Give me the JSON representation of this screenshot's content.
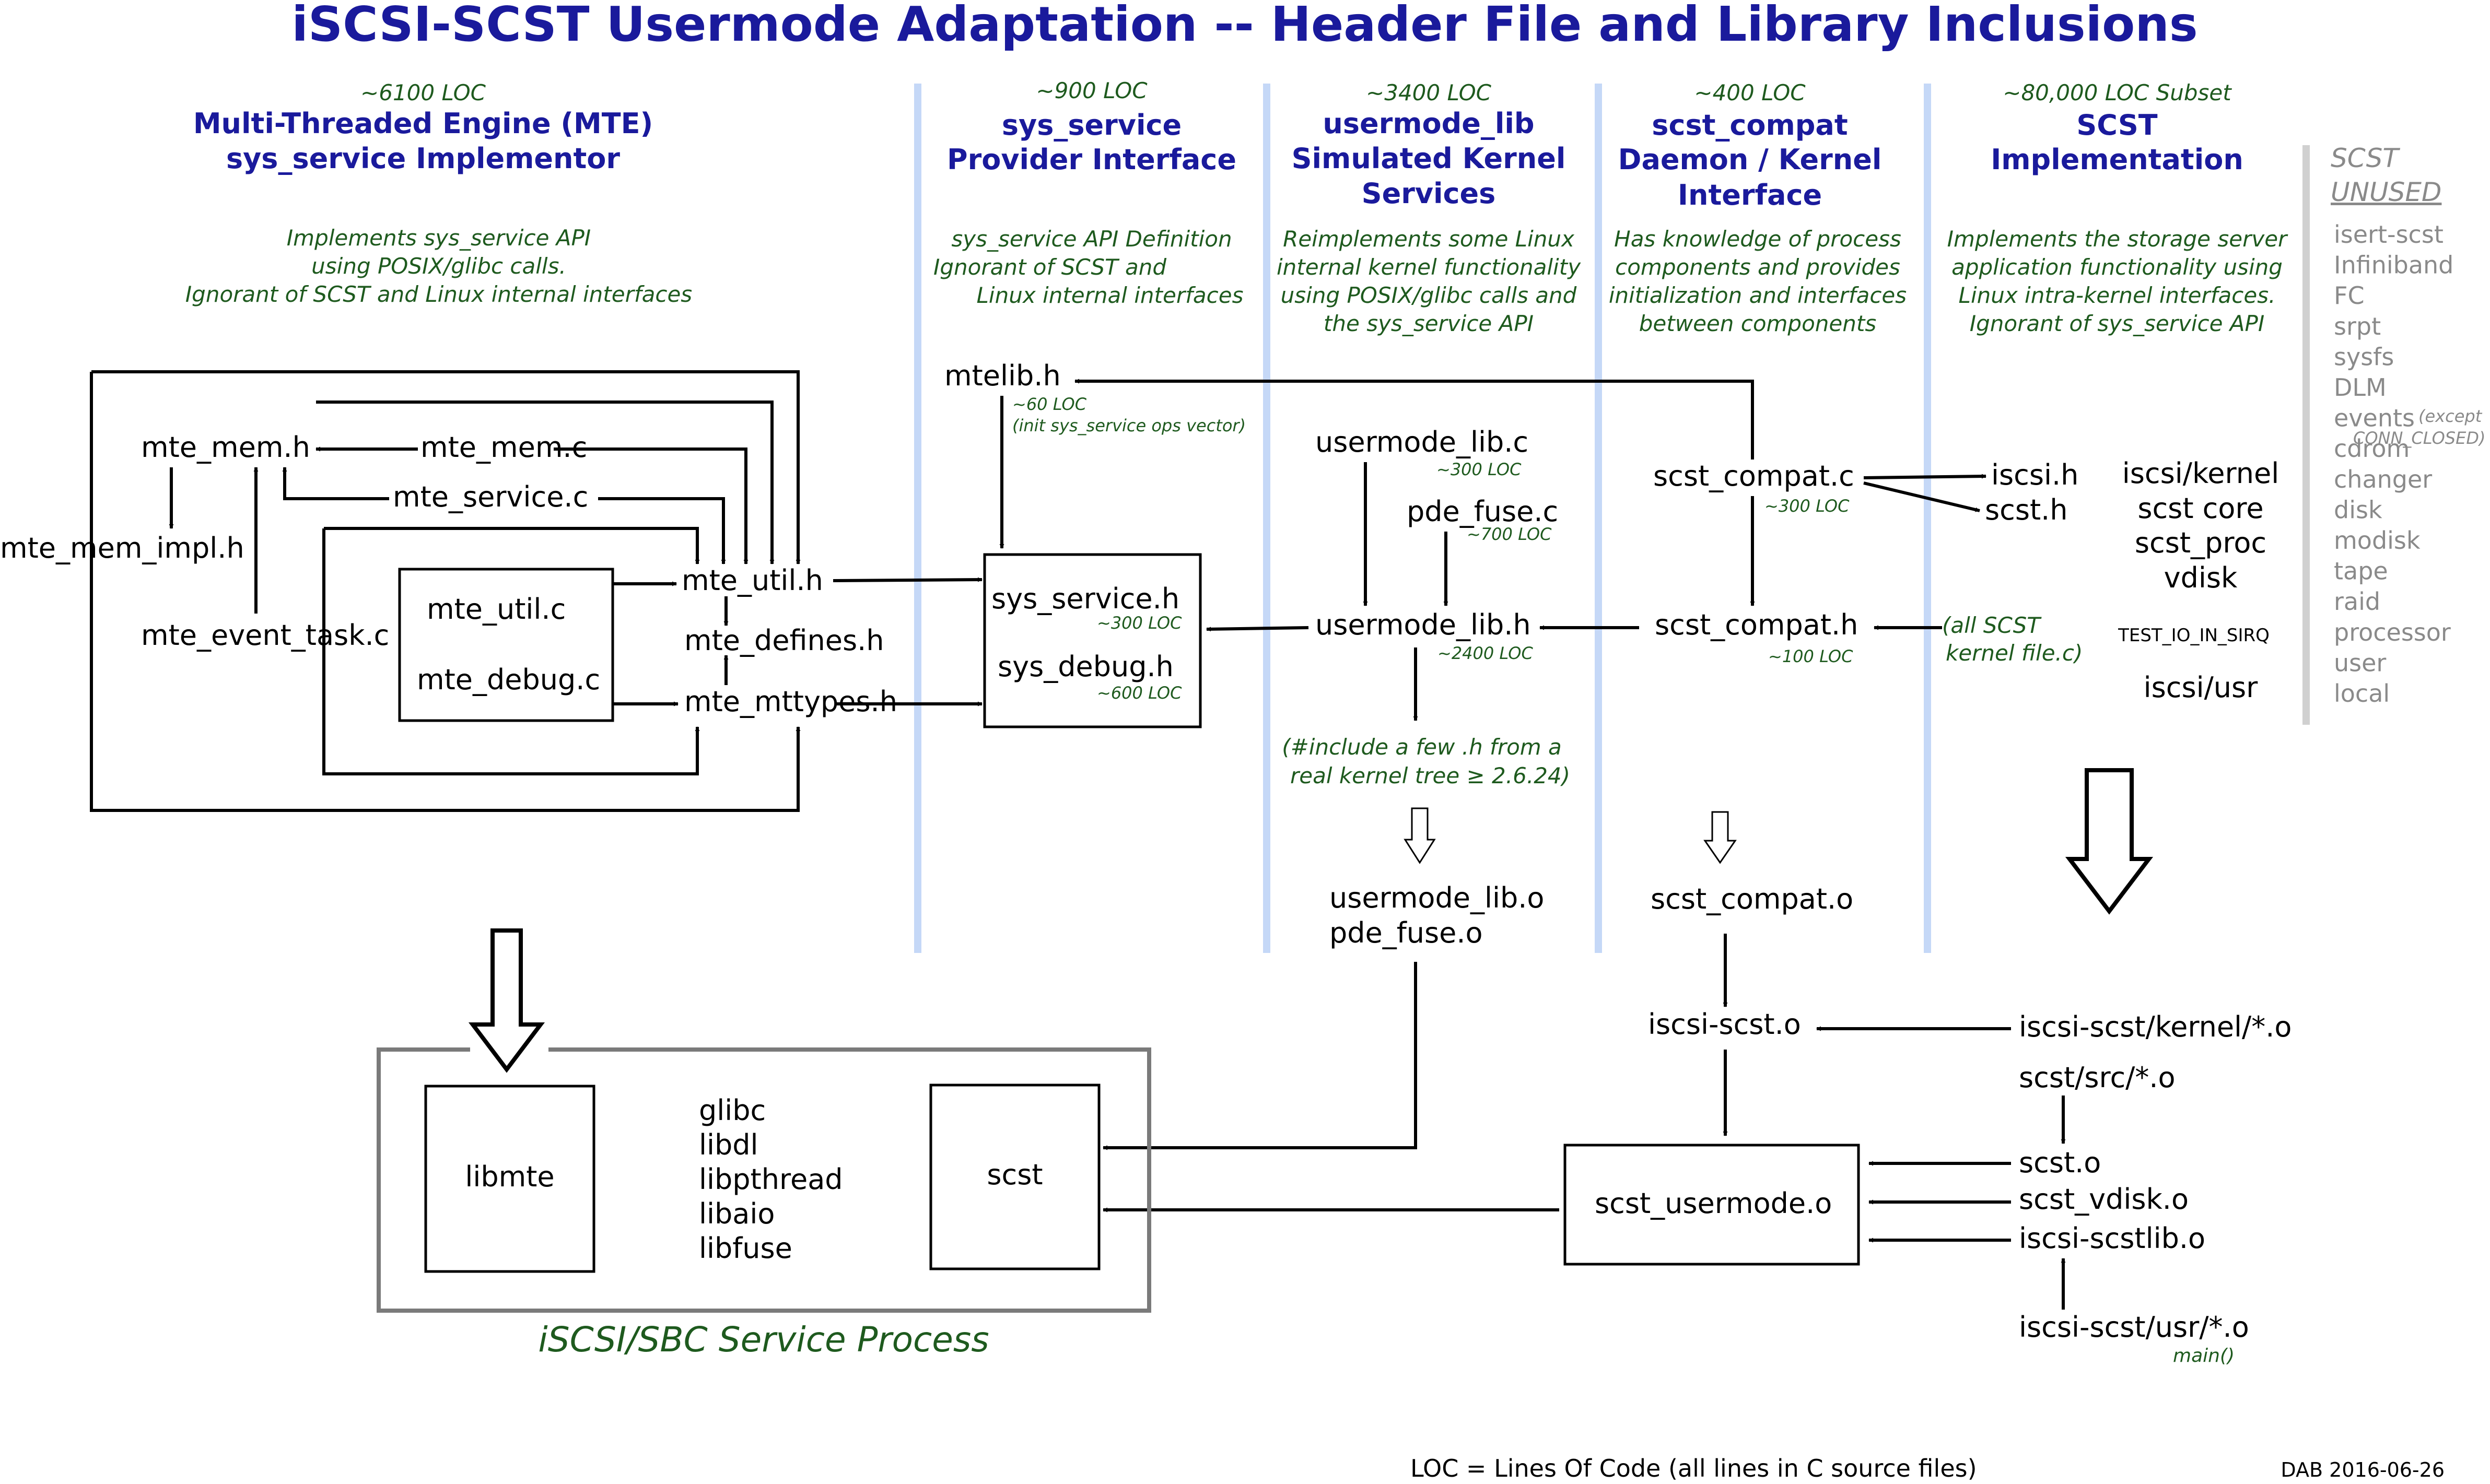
{
  "title": "iSCSI-SCST Usermode Adaptation -- Header File and Library Inclusions",
  "colors": {
    "header": "#1a1a9c",
    "green_italic": "#1e5a1e",
    "column_divider": "#c5d8f7",
    "unused_grey": "#8a8a8a"
  },
  "columns": {
    "mte": {
      "loc": "~6100 LOC",
      "heading": [
        "Multi-Threaded Engine (MTE)",
        "sys_service Implementor"
      ],
      "desc": [
        "Implements sys_service API",
        "using POSIX/glibc calls.",
        "Ignorant of SCST and Linux internal interfaces"
      ]
    },
    "sys_service": {
      "loc": "~900 LOC",
      "heading": [
        "sys_service",
        "Provider Interface"
      ],
      "desc": [
        "sys_service API Definition",
        "Ignorant of SCST and",
        "Linux internal interfaces"
      ]
    },
    "usermode_lib": {
      "loc": "~3400 LOC",
      "heading": [
        "usermode_lib",
        "Simulated Kernel",
        "Services"
      ],
      "desc": [
        "Reimplements some Linux",
        "internal kernel functionality",
        "using POSIX/glibc calls and",
        "the sys_service API"
      ]
    },
    "scst_compat": {
      "loc": "~400 LOC",
      "heading": [
        "scst_compat",
        "Daemon / Kernel",
        "Interface"
      ],
      "desc": [
        "Has knowledge of process",
        "components and provides",
        "initialization and interfaces",
        "between components"
      ]
    },
    "scst": {
      "loc": "~80,000 LOC Subset",
      "heading": [
        "SCST",
        "Implementation"
      ],
      "desc": [
        "Implements the storage server",
        "application functionality using",
        "Linux intra-kernel interfaces.",
        "Ignorant of sys_service API"
      ]
    }
  },
  "unused": {
    "title": [
      "SCST",
      "UNUSED"
    ],
    "items": [
      "isert-scst",
      "Infiniband",
      "FC",
      "srpt",
      "sysfs",
      "DLM",
      "events",
      "cdrom",
      "changer",
      "disk",
      "modisk",
      "tape",
      "raid",
      "processor",
      "user",
      "local"
    ],
    "events_note": [
      "(except",
      "CONN_CLOSED)"
    ]
  },
  "mte_files": {
    "mem_h": "mte_mem.h",
    "mem_c": "mte_mem.c",
    "service_c": "mte_service.c",
    "mem_impl_h": "mte_mem_impl.h",
    "event_task_c": "mte_event_task.c",
    "util_c": "mte_util.c",
    "debug_c": "mte_debug.c",
    "util_h": "mte_util.h",
    "defines_h": "mte_defines.h",
    "mttypes_h": "mte_mttypes.h"
  },
  "sys_files": {
    "mtelib_h": "mtelib.h",
    "mtelib_loc": "~60 LOC",
    "mtelib_note": "(init sys_service ops vector)",
    "sys_service_h": "sys_service.h",
    "sys_service_loc": "~300 LOC",
    "sys_debug_h": "sys_debug.h",
    "sys_debug_loc": "~600 LOC"
  },
  "um_files": {
    "usermode_lib_c": "usermode_lib.c",
    "usermode_lib_c_loc": "~300 LOC",
    "pde_fuse_c": "pde_fuse.c",
    "pde_fuse_c_loc": "~700 LOC",
    "usermode_lib_h": "usermode_lib.h",
    "usermode_lib_h_loc": "~2400 LOC",
    "include_note": [
      "(#include a few .h from a",
      "real kernel tree ≥ 2.6.24)"
    ],
    "usermode_lib_o": "usermode_lib.o",
    "pde_fuse_o": "pde_fuse.o"
  },
  "compat_files": {
    "scst_compat_c": "scst_compat.c",
    "scst_compat_c_loc": "~300 LOC",
    "scst_compat_h": "scst_compat.h",
    "scst_compat_h_loc": "~100 LOC",
    "scst_compat_o": "scst_compat.o",
    "iscsi_scst_o": "iscsi-scst.o",
    "scst_usermode_o": "scst_usermode.o"
  },
  "scst_files": {
    "iscsi_h": "iscsi.h",
    "scst_h": "scst.h",
    "list": [
      "iscsi/kernel",
      "scst core",
      "scst_proc",
      "vdisk"
    ],
    "test_io": "TEST_IO_IN_SIRQ",
    "iscsi_usr": "iscsi/usr",
    "all_scst_note": [
      "(all SCST",
      "kernel file.c)"
    ],
    "iscsi_kernel_o": "iscsi-scst/kernel/*.o",
    "scst_src_o": "scst/src/*.o",
    "scst_o": "scst.o",
    "scst_vdisk_o": "scst_vdisk.o",
    "iscsi_scstlib_o": "iscsi-scstlib.o",
    "iscsi_usr_o": "iscsi-scst/usr/*.o",
    "main_note": "main()"
  },
  "process": {
    "label": "iSCSI/SBC Service Process",
    "libmte": "libmte",
    "scst": "scst",
    "libs": [
      "glibc",
      "libdl",
      "libpthread",
      "libaio",
      "libfuse"
    ]
  },
  "footer": {
    "loc_def": "LOC = Lines Of Code (all lines in C source files)",
    "sig": "DAB 2016-06-26"
  }
}
